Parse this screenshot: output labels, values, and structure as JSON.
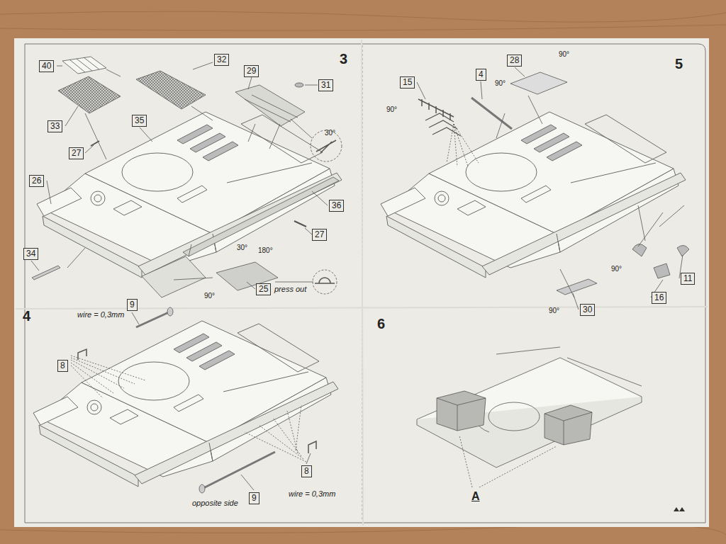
{
  "diagram": {
    "nodes": [
      {
        "text": [
          "40"
        ]
      },
      {
        "text": [
          "32"
        ]
      },
      {
        "text": [
          "29"
        ]
      },
      {
        "text": [
          "31"
        ]
      },
      {
        "text": [
          "33"
        ]
      },
      {
        "text": [
          "35"
        ]
      },
      {
        "text": [
          "27"
        ]
      },
      {
        "text": [
          "26"
        ]
      },
      {
        "text": [
          "36"
        ]
      },
      {
        "text": [
          "27"
        ]
      },
      {
        "text": [
          "34"
        ]
      },
      {
        "text": [
          "25"
        ]
      },
      {
        "text": [
          "9"
        ]
      },
      {
        "text": [
          "8"
        ]
      },
      {
        "text": [
          "8"
        ]
      },
      {
        "text": [
          "9"
        ]
      },
      {
        "text": [
          "28"
        ]
      },
      {
        "text": [
          "15"
        ]
      },
      {
        "text": [
          "4"
        ]
      },
      {
        "text": [
          "11"
        ]
      },
      {
        "text": [
          "16"
        ]
      },
      {
        "text": [
          "30"
        ]
      }
    ],
    "labels": [
      "3",
      "30°",
      "30°",
      "180°",
      "90°",
      "press out",
      "4",
      "wire = 0,3mm",
      "opposite side",
      "wire = 0,3mm",
      "5",
      "90°",
      "90°",
      "90°",
      "90°",
      "90°",
      "6",
      "A"
    ]
  }
}
